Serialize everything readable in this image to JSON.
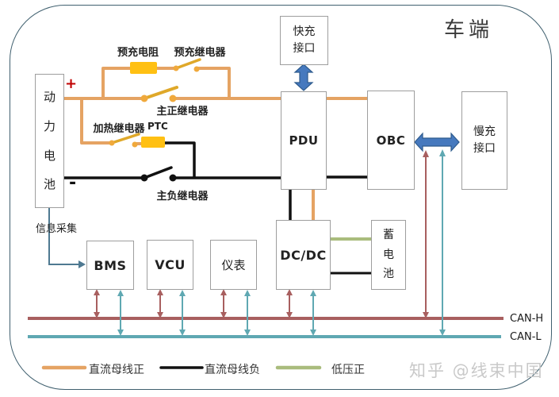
{
  "title": "车端",
  "watermark": "知乎 @线束中国",
  "boxes": {
    "battery": "动力电池",
    "fast_charge": "快充接口",
    "pdu": "PDU",
    "obc": "OBC",
    "slow_charge": "慢充接口",
    "dcdc": "DC/DC",
    "aux_battery": "蓄电池",
    "bms": "BMS",
    "vcu": "VCU",
    "meter": "仪表"
  },
  "labels": {
    "precharge_resistor": "预充电阻",
    "precharge_relay": "预充继电器",
    "main_pos_relay": "主正继电器",
    "heat_relay": "加热继电器",
    "ptc": "PTC",
    "main_neg_relay": "主负继电器",
    "plus": "+",
    "minus": "-",
    "info_collect": "信息采集",
    "can_h": "CAN-H",
    "can_l": "CAN-L"
  },
  "legend": [
    {
      "label": "直流母线正",
      "color": "#E5A363"
    },
    {
      "label": "直流母线负",
      "color": "#111111"
    },
    {
      "label": "低压正",
      "color": "#A9BC7D"
    }
  ],
  "colors": {
    "dc_positive": "#E5A363",
    "dc_negative": "#111111",
    "low_voltage": "#A9BC7D",
    "can_h_bus": "#A85F5F",
    "can_l_bus": "#5FA8B2",
    "component_gold": "#FFC013",
    "blue_arrow": "#4679BE",
    "info_line": "#4E7991",
    "plus_red": "#C00000"
  }
}
